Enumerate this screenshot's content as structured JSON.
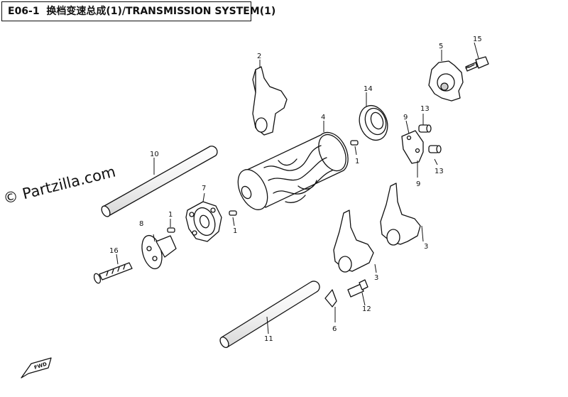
{
  "header": {
    "code": "E06-1",
    "title": "换档变速总成(1)/TRANSMISSION  SYSTEM(1)"
  },
  "watermark": "© Partzilla.com",
  "fwd_label": "FWD",
  "callouts": {
    "c1a": "1",
    "c1b": "1",
    "c1c": "1",
    "c2": "2",
    "c3a": "3",
    "c3b": "3",
    "c4": "4",
    "c5": "5",
    "c6": "6",
    "c7": "7",
    "c8": "8",
    "c9a": "9",
    "c9b": "9",
    "c10": "10",
    "c11": "11",
    "c12": "12",
    "c13a": "13",
    "c13b": "13",
    "c14": "14",
    "c15": "15",
    "c16": "16"
  }
}
